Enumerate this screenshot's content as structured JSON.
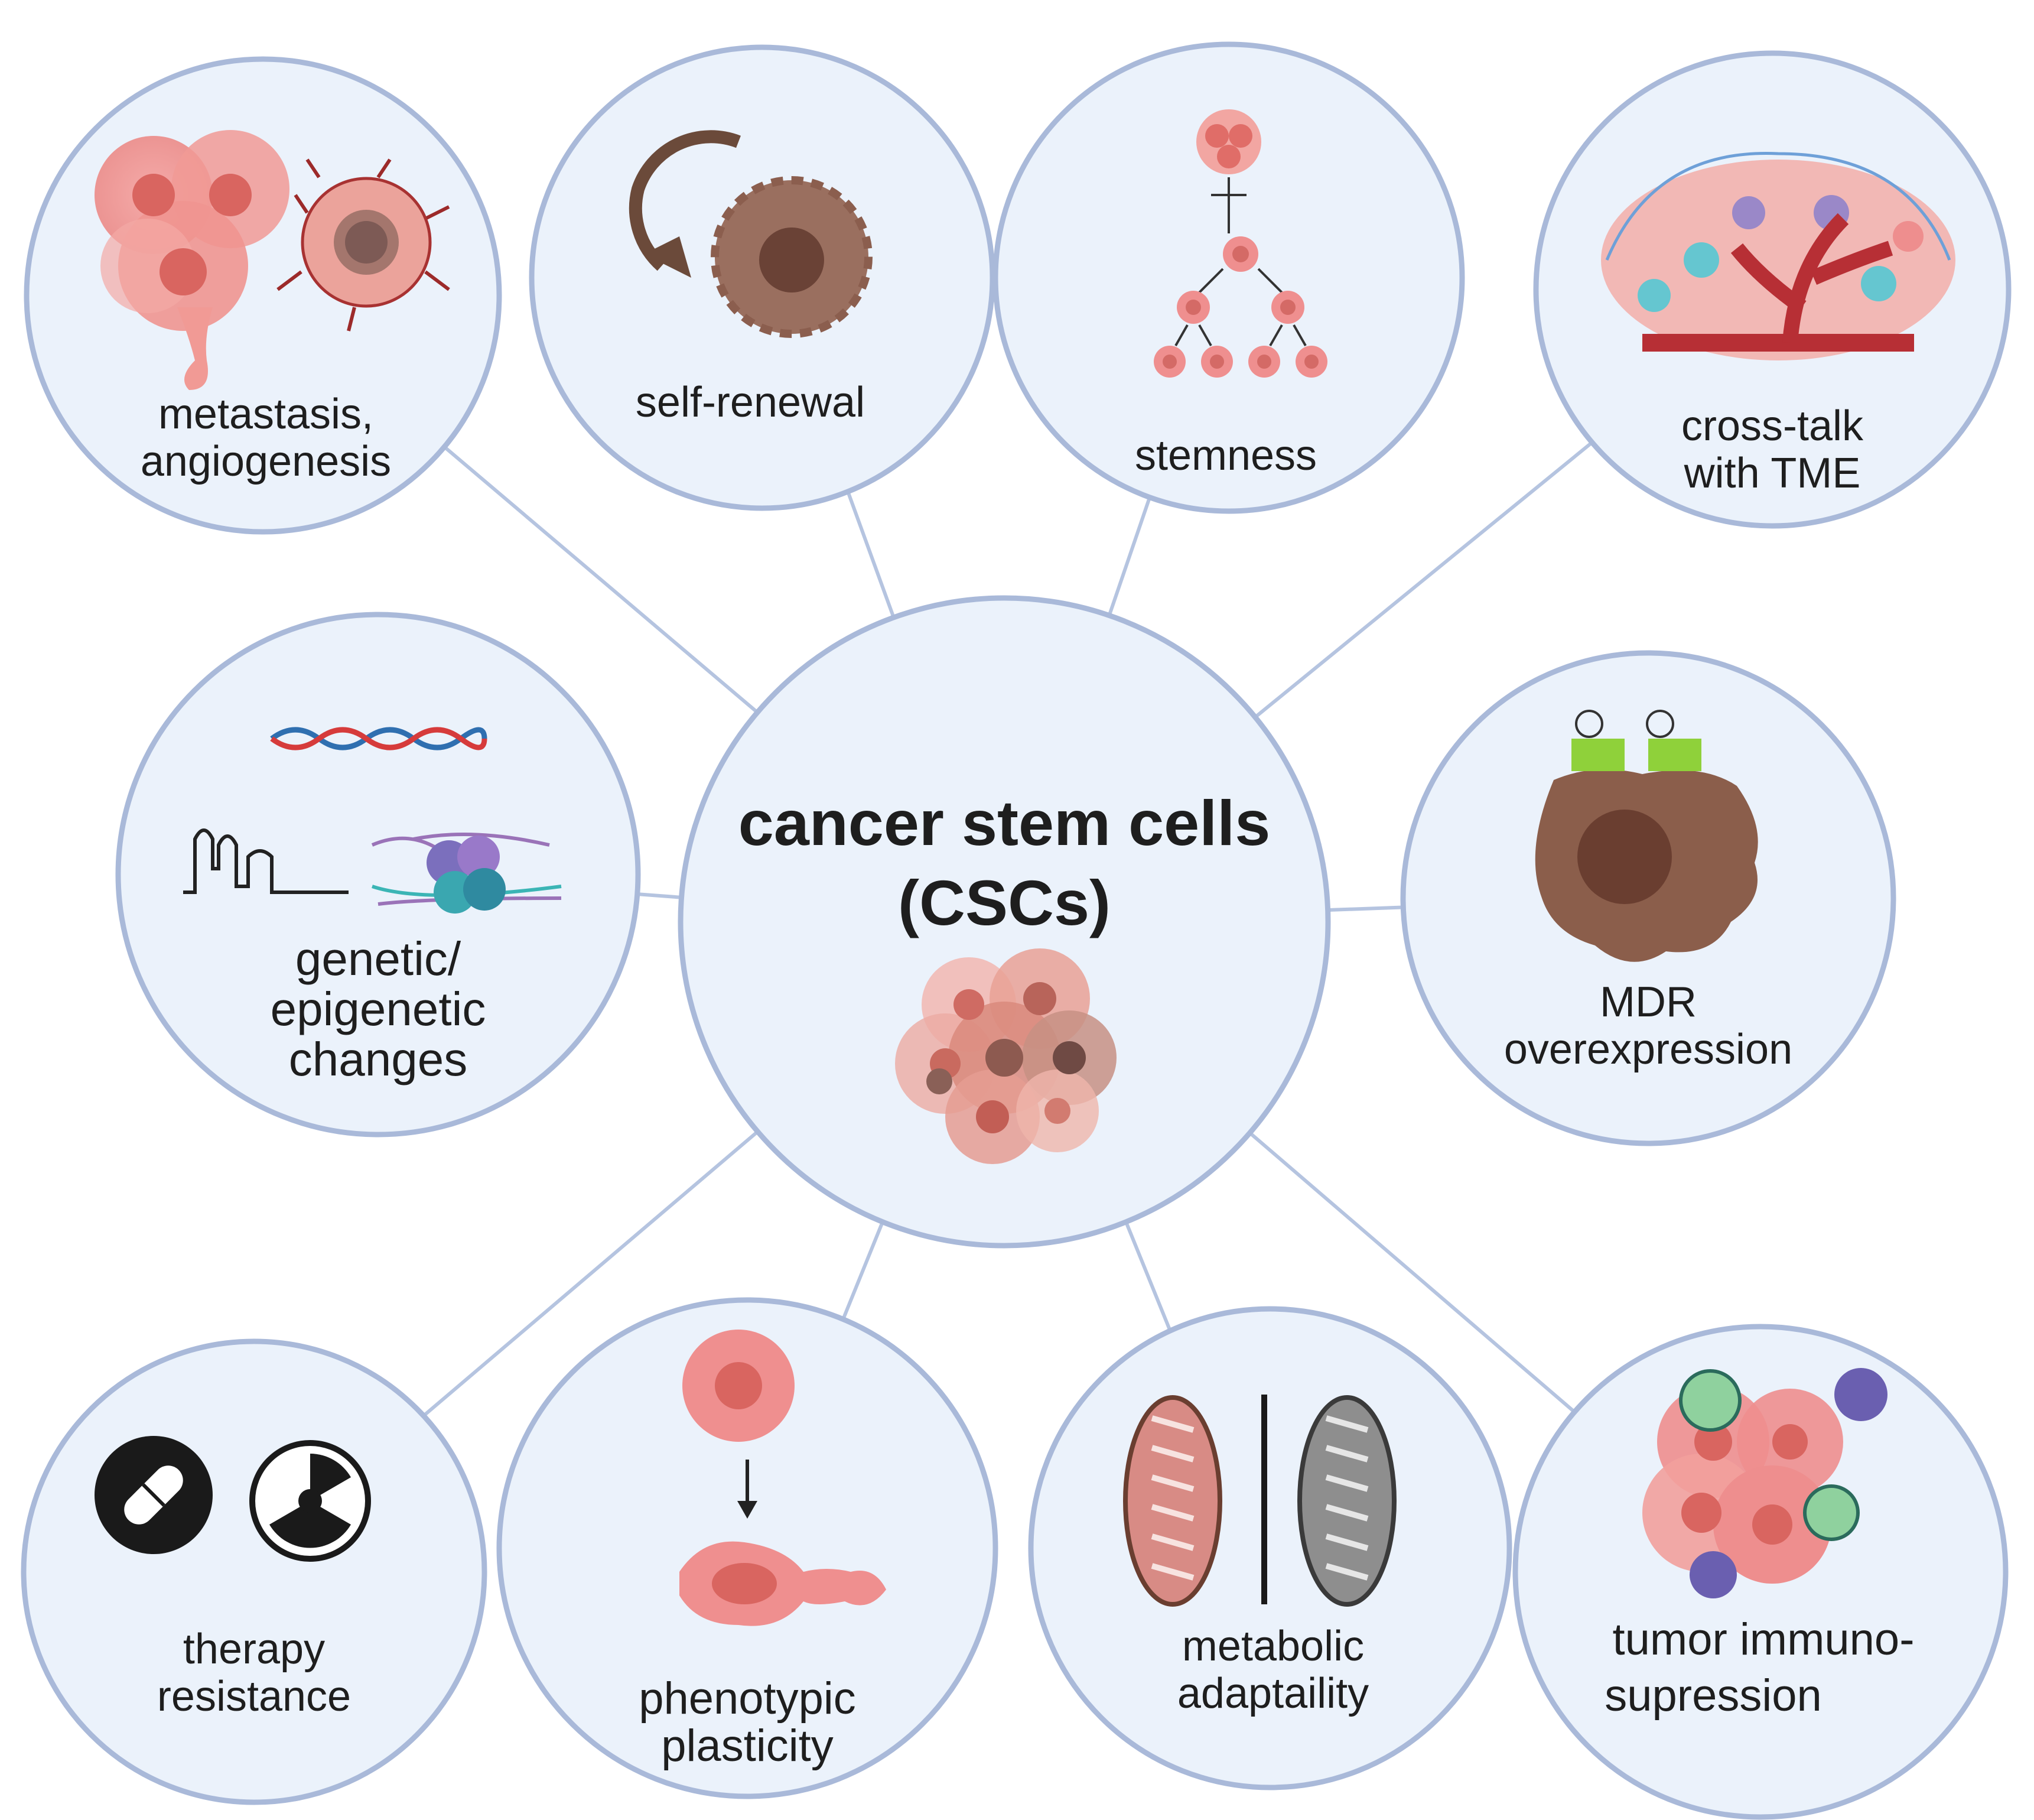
{
  "center": {
    "title_line1": "cancer stem cells",
    "title_line2": "(CSCs)"
  },
  "nodes": {
    "metastasis": {
      "line1": "metastasis,",
      "line2": "angiogenesis",
      "icon": "metastasis-angiogenesis-icon"
    },
    "self_renewal": {
      "line1": "self-renewal",
      "icon": "self-renewal-cell-icon"
    },
    "stemness": {
      "line1": "stemness",
      "icon": "cell-hierarchy-icon"
    },
    "crosstalk": {
      "line1": "cross-talk",
      "line2": "with TME",
      "icon": "tumor-microenvironment-icon"
    },
    "genetic": {
      "line1": "genetic/",
      "line2": "epigenetic",
      "line3": "changes",
      "icon": "dna-rna-nucleosome-icon"
    },
    "mdr": {
      "line1": "MDR",
      "line2": "overexpression",
      "icon": "mdr-transporter-cell-icon"
    },
    "therapy": {
      "line1": "therapy",
      "line2": "resistance",
      "icon": "pill-radiation-icon"
    },
    "plasticity": {
      "line1": "phenotypic",
      "line2": "plasticity",
      "icon": "cell-transition-icon"
    },
    "metabolic": {
      "line1": "metabolic",
      "line2": "adaptaility",
      "icon": "mitochondria-icon"
    },
    "immuno": {
      "line1": "tumor immuno-",
      "line2": "supression",
      "icon": "immune-cells-tumor-icon"
    }
  },
  "colors": {
    "circle_fill": "#ebf2fb",
    "circle_stroke": "#a9b9d9",
    "cancer_cell_pink": "#ef8f8f",
    "cell_brown": "#8b5e4b",
    "mdr_green": "#8fd13a"
  }
}
